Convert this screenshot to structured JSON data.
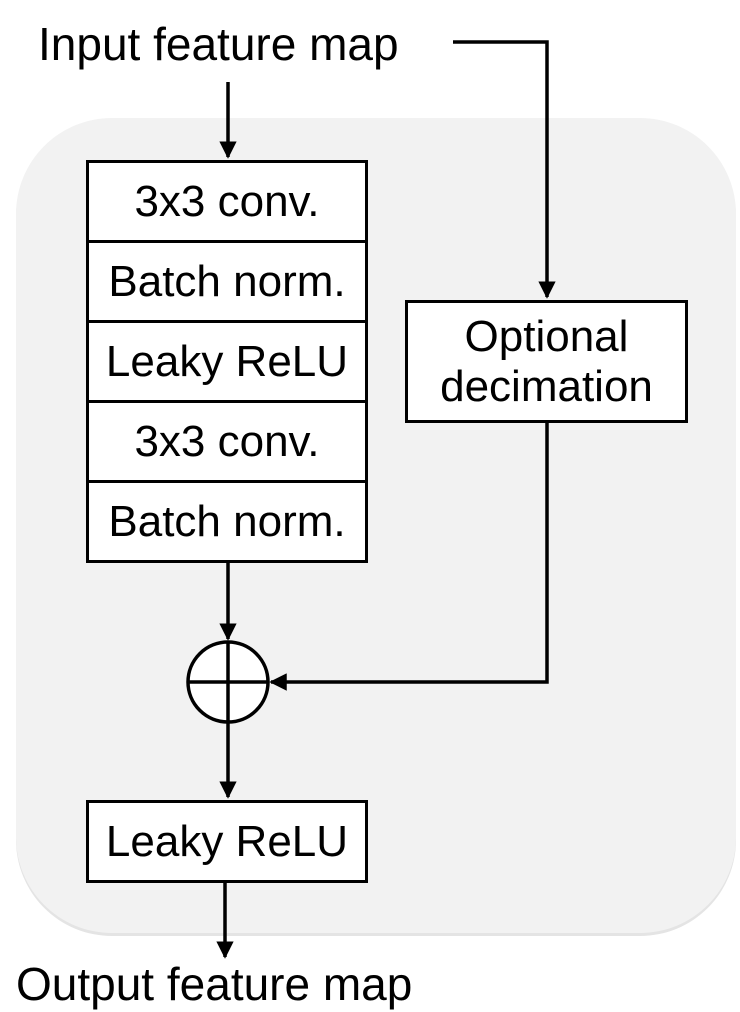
{
  "input_label": "Input feature map",
  "output_label": "Output feature map",
  "main_path": {
    "layers": [
      {
        "label": "3x3 conv."
      },
      {
        "label": "Batch norm."
      },
      {
        "label": "Leaky ReLU"
      },
      {
        "label": "3x3 conv."
      },
      {
        "label": "Batch norm."
      }
    ]
  },
  "skip_path": {
    "label": "Optional\ndecimation"
  },
  "sum_node": {
    "icon": "circled-plus-icon"
  },
  "final_activation": {
    "label": "Leaky ReLU"
  },
  "colors": {
    "background_panel": "#f2f2f2",
    "stroke": "#000000",
    "box_fill": "#ffffff"
  }
}
